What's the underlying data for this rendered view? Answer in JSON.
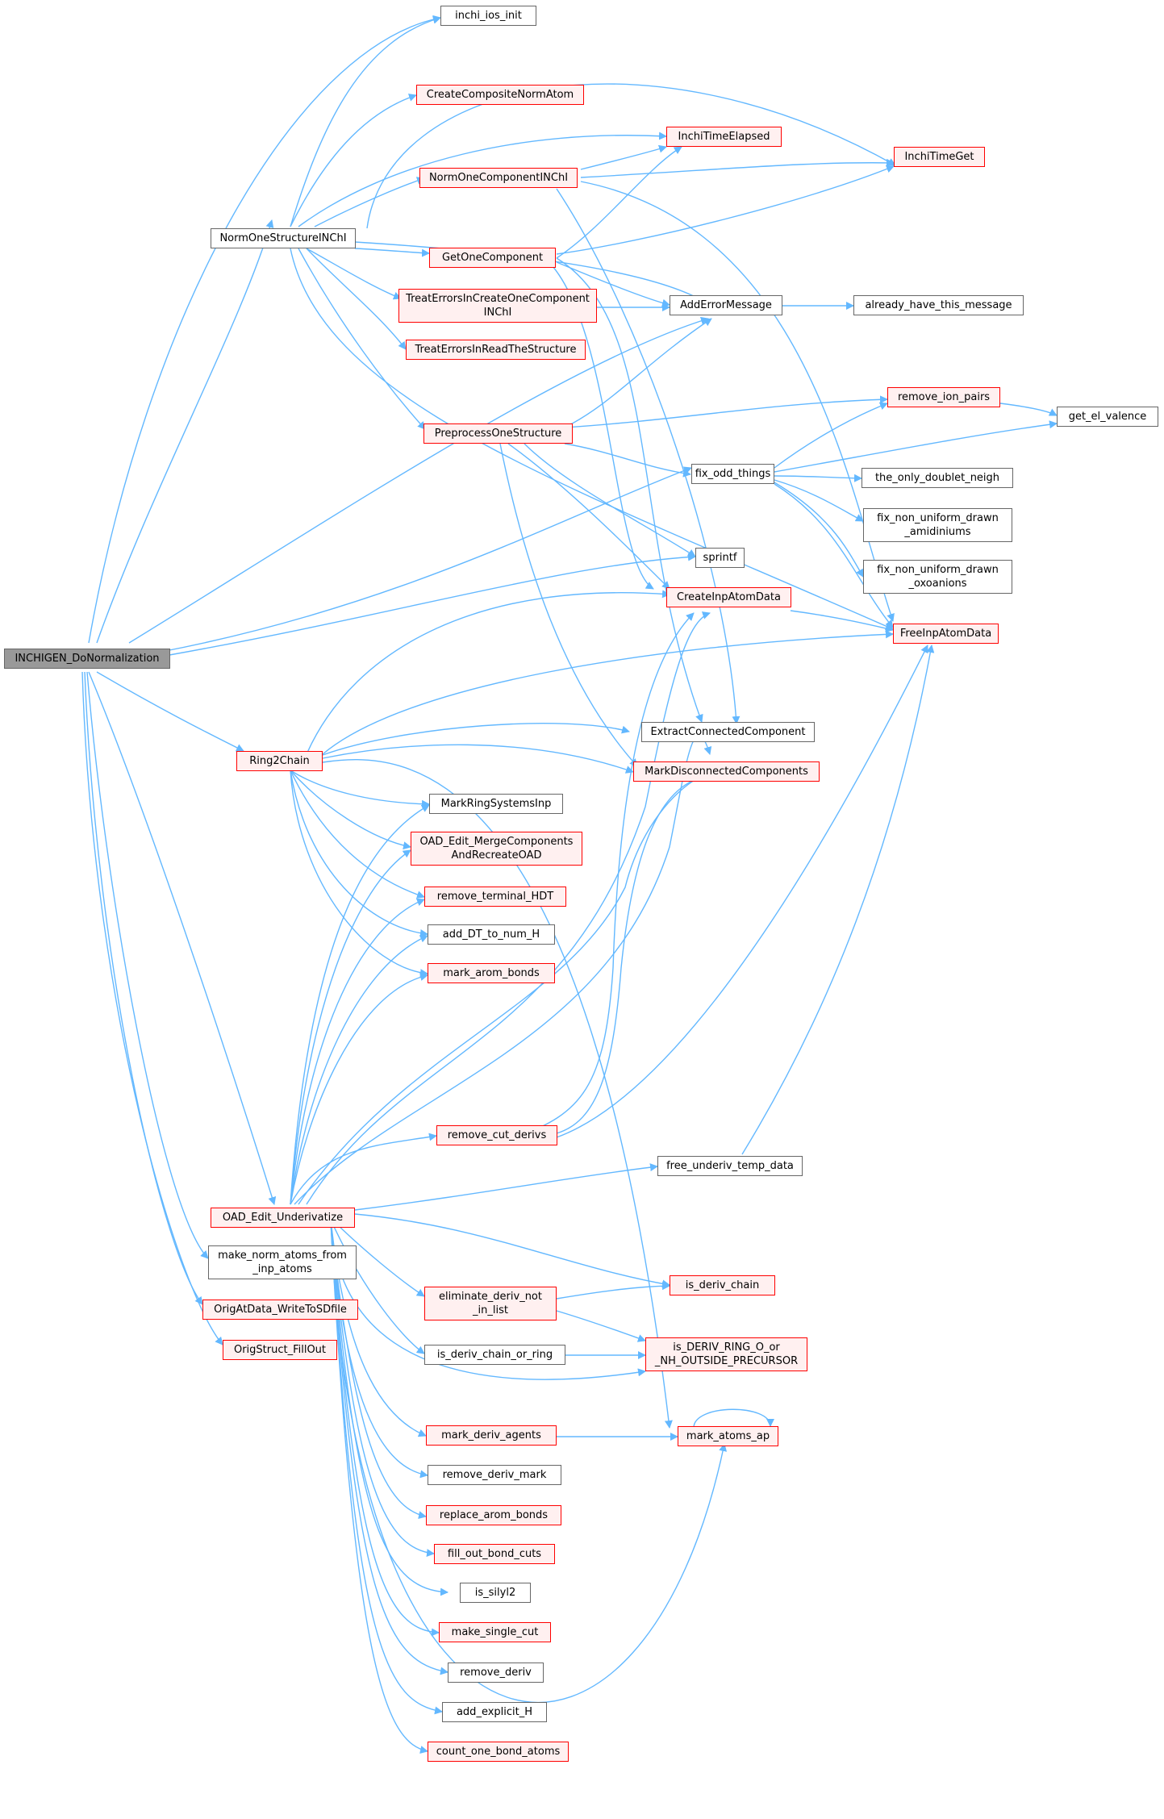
{
  "colors": {
    "edge": "#63b8ff",
    "red_border": "#ff0000",
    "gray_border": "#666666",
    "root_fill": "#999999"
  },
  "nodes": {
    "root": {
      "lines": [
        "INCHIGEN_DoNormalization"
      ]
    },
    "inchi_ios_init": {
      "lines": [
        "inchi_ios_init"
      ]
    },
    "CreateCompositeNormAtom": {
      "lines": [
        "CreateCompositeNormAtom"
      ]
    },
    "InchiTimeElapsed": {
      "lines": [
        "InchiTimeElapsed"
      ]
    },
    "InchiTimeGet": {
      "lines": [
        "InchiTimeGet"
      ]
    },
    "NormOneComponentINChI": {
      "lines": [
        "NormOneComponentINChI"
      ]
    },
    "NormOneStructureINChI": {
      "lines": [
        "NormOneStructureINChI"
      ]
    },
    "GetOneComponent": {
      "lines": [
        "GetOneComponent"
      ]
    },
    "TreatErrorsInCreateOneComponent": {
      "lines": [
        "TreatErrorsInCreateOneComponent",
        "INChI"
      ]
    },
    "AddErrorMessage": {
      "lines": [
        "AddErrorMessage"
      ]
    },
    "already_have_this_message": {
      "lines": [
        "already_have_this_message"
      ]
    },
    "TreatErrorsInReadTheStructure": {
      "lines": [
        "TreatErrorsInReadTheStructure"
      ]
    },
    "remove_ion_pairs": {
      "lines": [
        "remove_ion_pairs"
      ]
    },
    "get_el_valence": {
      "lines": [
        "get_el_valence"
      ]
    },
    "PreprocessOneStructure": {
      "lines": [
        "PreprocessOneStructure"
      ]
    },
    "fix_odd_things": {
      "lines": [
        "fix_odd_things"
      ]
    },
    "the_only_doublet_neigh": {
      "lines": [
        "the_only_doublet_neigh"
      ]
    },
    "fix_non_uniform_drawn_amidiniums": {
      "lines": [
        "fix_non_uniform_drawn",
        "_amidiniums"
      ]
    },
    "fix_non_uniform_drawn_oxoanions": {
      "lines": [
        "fix_non_uniform_drawn",
        "_oxoanions"
      ]
    },
    "sprintf": {
      "lines": [
        "sprintf"
      ]
    },
    "CreateInpAtomData": {
      "lines": [
        "CreateInpAtomData"
      ]
    },
    "FreeInpAtomData": {
      "lines": [
        "FreeInpAtomData"
      ]
    },
    "ExtractConnectedComponent": {
      "lines": [
        "ExtractConnectedComponent"
      ]
    },
    "MarkDisconnectedComponents": {
      "lines": [
        "MarkDisconnectedComponents"
      ]
    },
    "Ring2Chain": {
      "lines": [
        "Ring2Chain"
      ]
    },
    "MarkRingSystemsInp": {
      "lines": [
        "MarkRingSystemsInp"
      ]
    },
    "OAD_Edit_MergeComponents": {
      "lines": [
        "OAD_Edit_MergeComponents",
        "AndRecreateOAD"
      ]
    },
    "remove_terminal_HDT": {
      "lines": [
        "remove_terminal_HDT"
      ]
    },
    "add_DT_to_num_H": {
      "lines": [
        "add_DT_to_num_H"
      ]
    },
    "mark_arom_bonds": {
      "lines": [
        "mark_arom_bonds"
      ]
    },
    "remove_cut_derivs": {
      "lines": [
        "remove_cut_derivs"
      ]
    },
    "free_underiv_temp_data": {
      "lines": [
        "free_underiv_temp_data"
      ]
    },
    "OAD_Edit_Underivatize": {
      "lines": [
        "OAD_Edit_Underivatize"
      ]
    },
    "make_norm_atoms": {
      "lines": [
        "make_norm_atoms_from",
        "_inp_atoms"
      ]
    },
    "OrigAtData_WriteToSDfile": {
      "lines": [
        "OrigAtData_WriteToSDfile"
      ]
    },
    "OrigStruct_FillOut": {
      "lines": [
        "OrigStruct_FillOut"
      ]
    },
    "is_deriv_chain": {
      "lines": [
        "is_deriv_chain"
      ]
    },
    "eliminate_deriv_not_in_list": {
      "lines": [
        "eliminate_deriv_not",
        "_in_list"
      ]
    },
    "is_deriv_chain_or_ring": {
      "lines": [
        "is_deriv_chain_or_ring"
      ]
    },
    "is_DERIV_RING": {
      "lines": [
        "is_DERIV_RING_O_or",
        "_NH_OUTSIDE_PRECURSOR"
      ]
    },
    "mark_deriv_agents": {
      "lines": [
        "mark_deriv_agents"
      ]
    },
    "mark_atoms_ap": {
      "lines": [
        "mark_atoms_ap"
      ]
    },
    "remove_deriv_mark": {
      "lines": [
        "remove_deriv_mark"
      ]
    },
    "replace_arom_bonds": {
      "lines": [
        "replace_arom_bonds"
      ]
    },
    "fill_out_bond_cuts": {
      "lines": [
        "fill_out_bond_cuts"
      ]
    },
    "is_silyl2": {
      "lines": [
        "is_silyl2"
      ]
    },
    "make_single_cut": {
      "lines": [
        "make_single_cut"
      ]
    },
    "remove_deriv": {
      "lines": [
        "remove_deriv"
      ]
    },
    "add_explicit_H": {
      "lines": [
        "add_explicit_H"
      ]
    },
    "count_one_bond_atoms": {
      "lines": [
        "count_one_bond_atoms"
      ]
    }
  }
}
